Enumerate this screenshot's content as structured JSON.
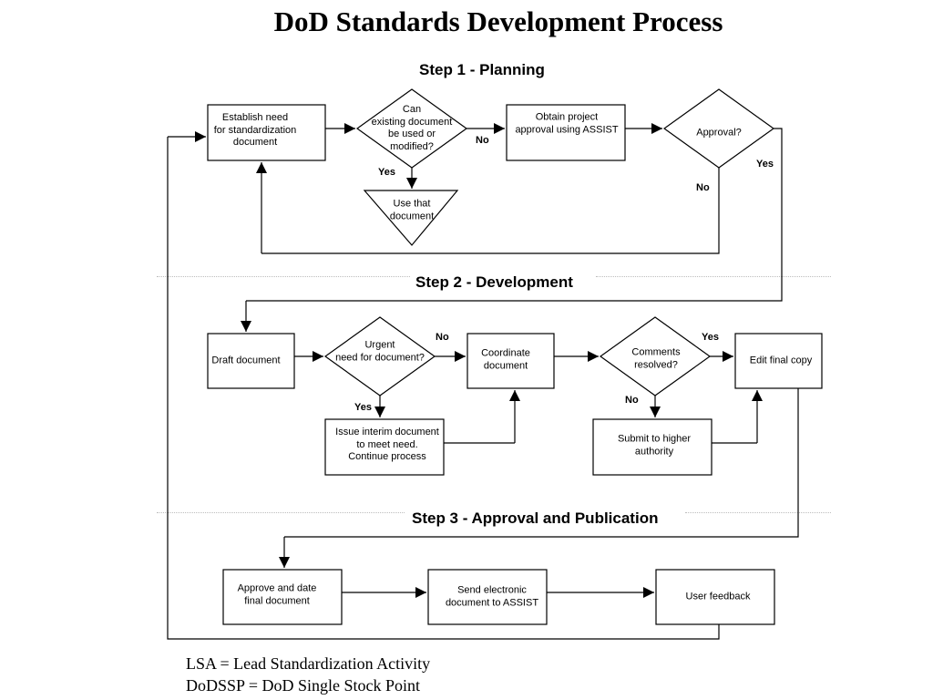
{
  "title": "DoD Standards Development Process",
  "steps": {
    "step1": "Step 1 -  Planning",
    "step2": "Step 2 -  Development",
    "step3": "Step 3 - Approval and Publication"
  },
  "nodes": {
    "establish_need": "Establish need\nfor standardization\ndocument",
    "can_existing": "Can\nexisting document\nbe used or\nmodified?",
    "use_that": "Use that\ndocument",
    "obtain_approval": "Obtain project\napproval using ASSIST",
    "approval_q": "Approval?",
    "draft_document": "Draft document",
    "urgent_need": "Urgent\nneed for document?",
    "issue_interim": "Issue interim document\nto meet need.\nContinue process",
    "coordinate_document": "Coordinate\ndocument",
    "comments_resolved": "Comments\nresolved?",
    "submit_higher": "Submit to higher\nauthority",
    "edit_final": "Edit final copy",
    "approve_date": "Approve and date\nfinal document",
    "send_electronic": "Send electronic\ndocument to ASSIST",
    "user_feedback": "User feedback"
  },
  "branch_labels": {
    "can_existing_no": "No",
    "can_existing_yes": "Yes",
    "approval_yes": "Yes",
    "approval_no": "No",
    "urgent_no": "No",
    "urgent_yes": "Yes",
    "comments_yes": "Yes",
    "comments_no": "No"
  },
  "notes": {
    "lsa": "LSA = Lead Standardization Activity",
    "dodssp": "DoDSSP = DoD Single Stock Point"
  }
}
